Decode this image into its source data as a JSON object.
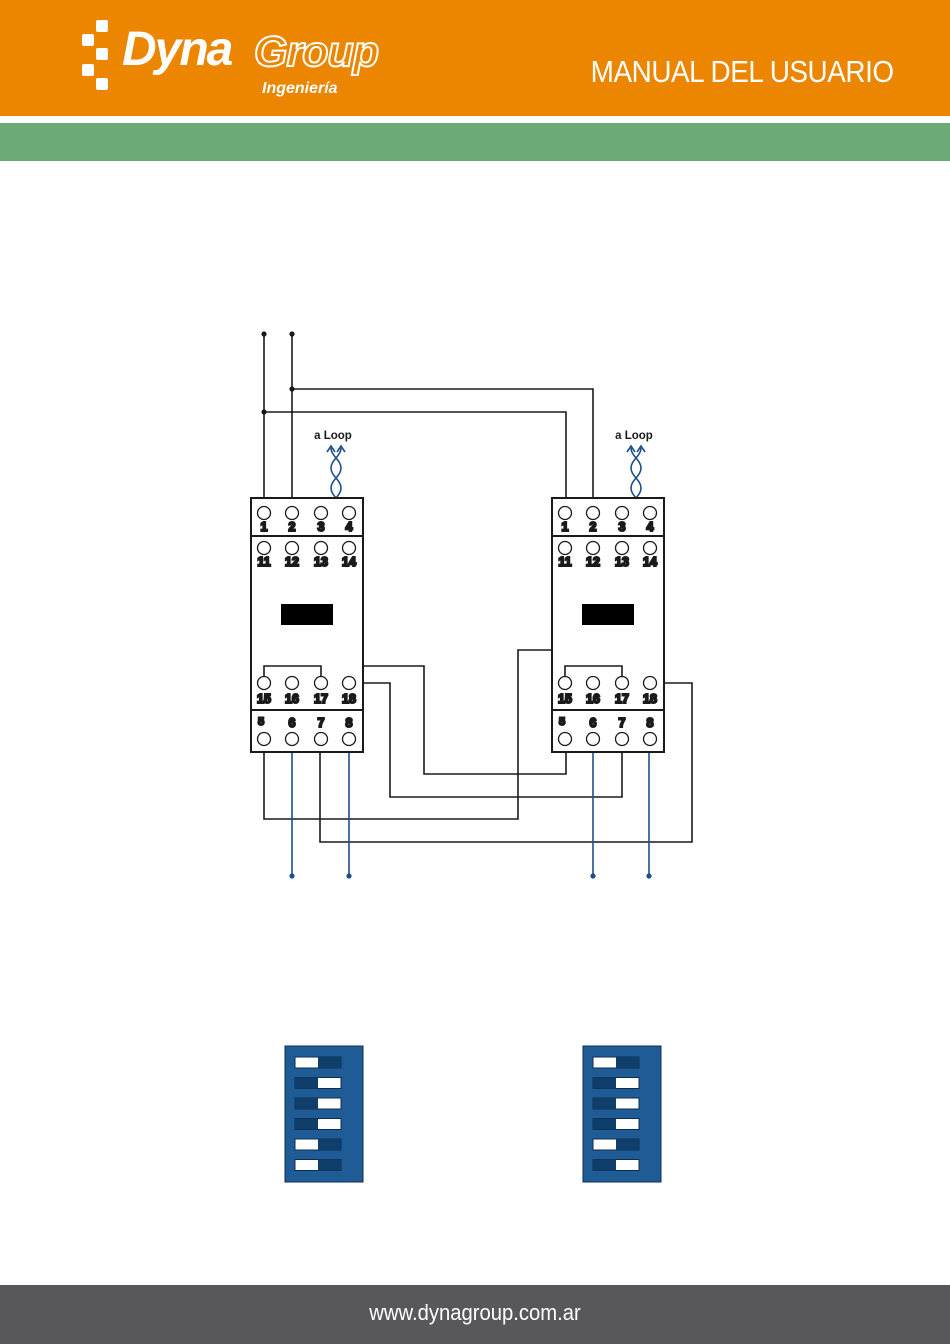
{
  "header": {
    "logo_name": "Dyna",
    "logo_group": "Group",
    "logo_subtitle": "Ingeniería",
    "title": "MANUAL DEL USUARIO",
    "colors": {
      "orange": "#ec8600",
      "green": "#6aab78",
      "footer": "#58585a",
      "dip_blue": "#1f5b95"
    }
  },
  "diagram": {
    "loop_label": "a Loop",
    "top_terminals": [
      "1",
      "2",
      "3",
      "4"
    ],
    "upper_terminals": [
      "11",
      "12",
      "13",
      "14"
    ],
    "lower_terminals": [
      "15",
      "16",
      "17",
      "18"
    ],
    "bottom_terminals": [
      "5",
      "6",
      "7",
      "8"
    ]
  },
  "dip_switches": [
    {
      "positions": [
        "left",
        "right",
        "right",
        "right",
        "left",
        "left"
      ]
    },
    {
      "positions": [
        "left",
        "right",
        "right",
        "right",
        "left",
        "right"
      ]
    }
  ],
  "footer": {
    "url": "www.dynagroup.com.ar"
  }
}
